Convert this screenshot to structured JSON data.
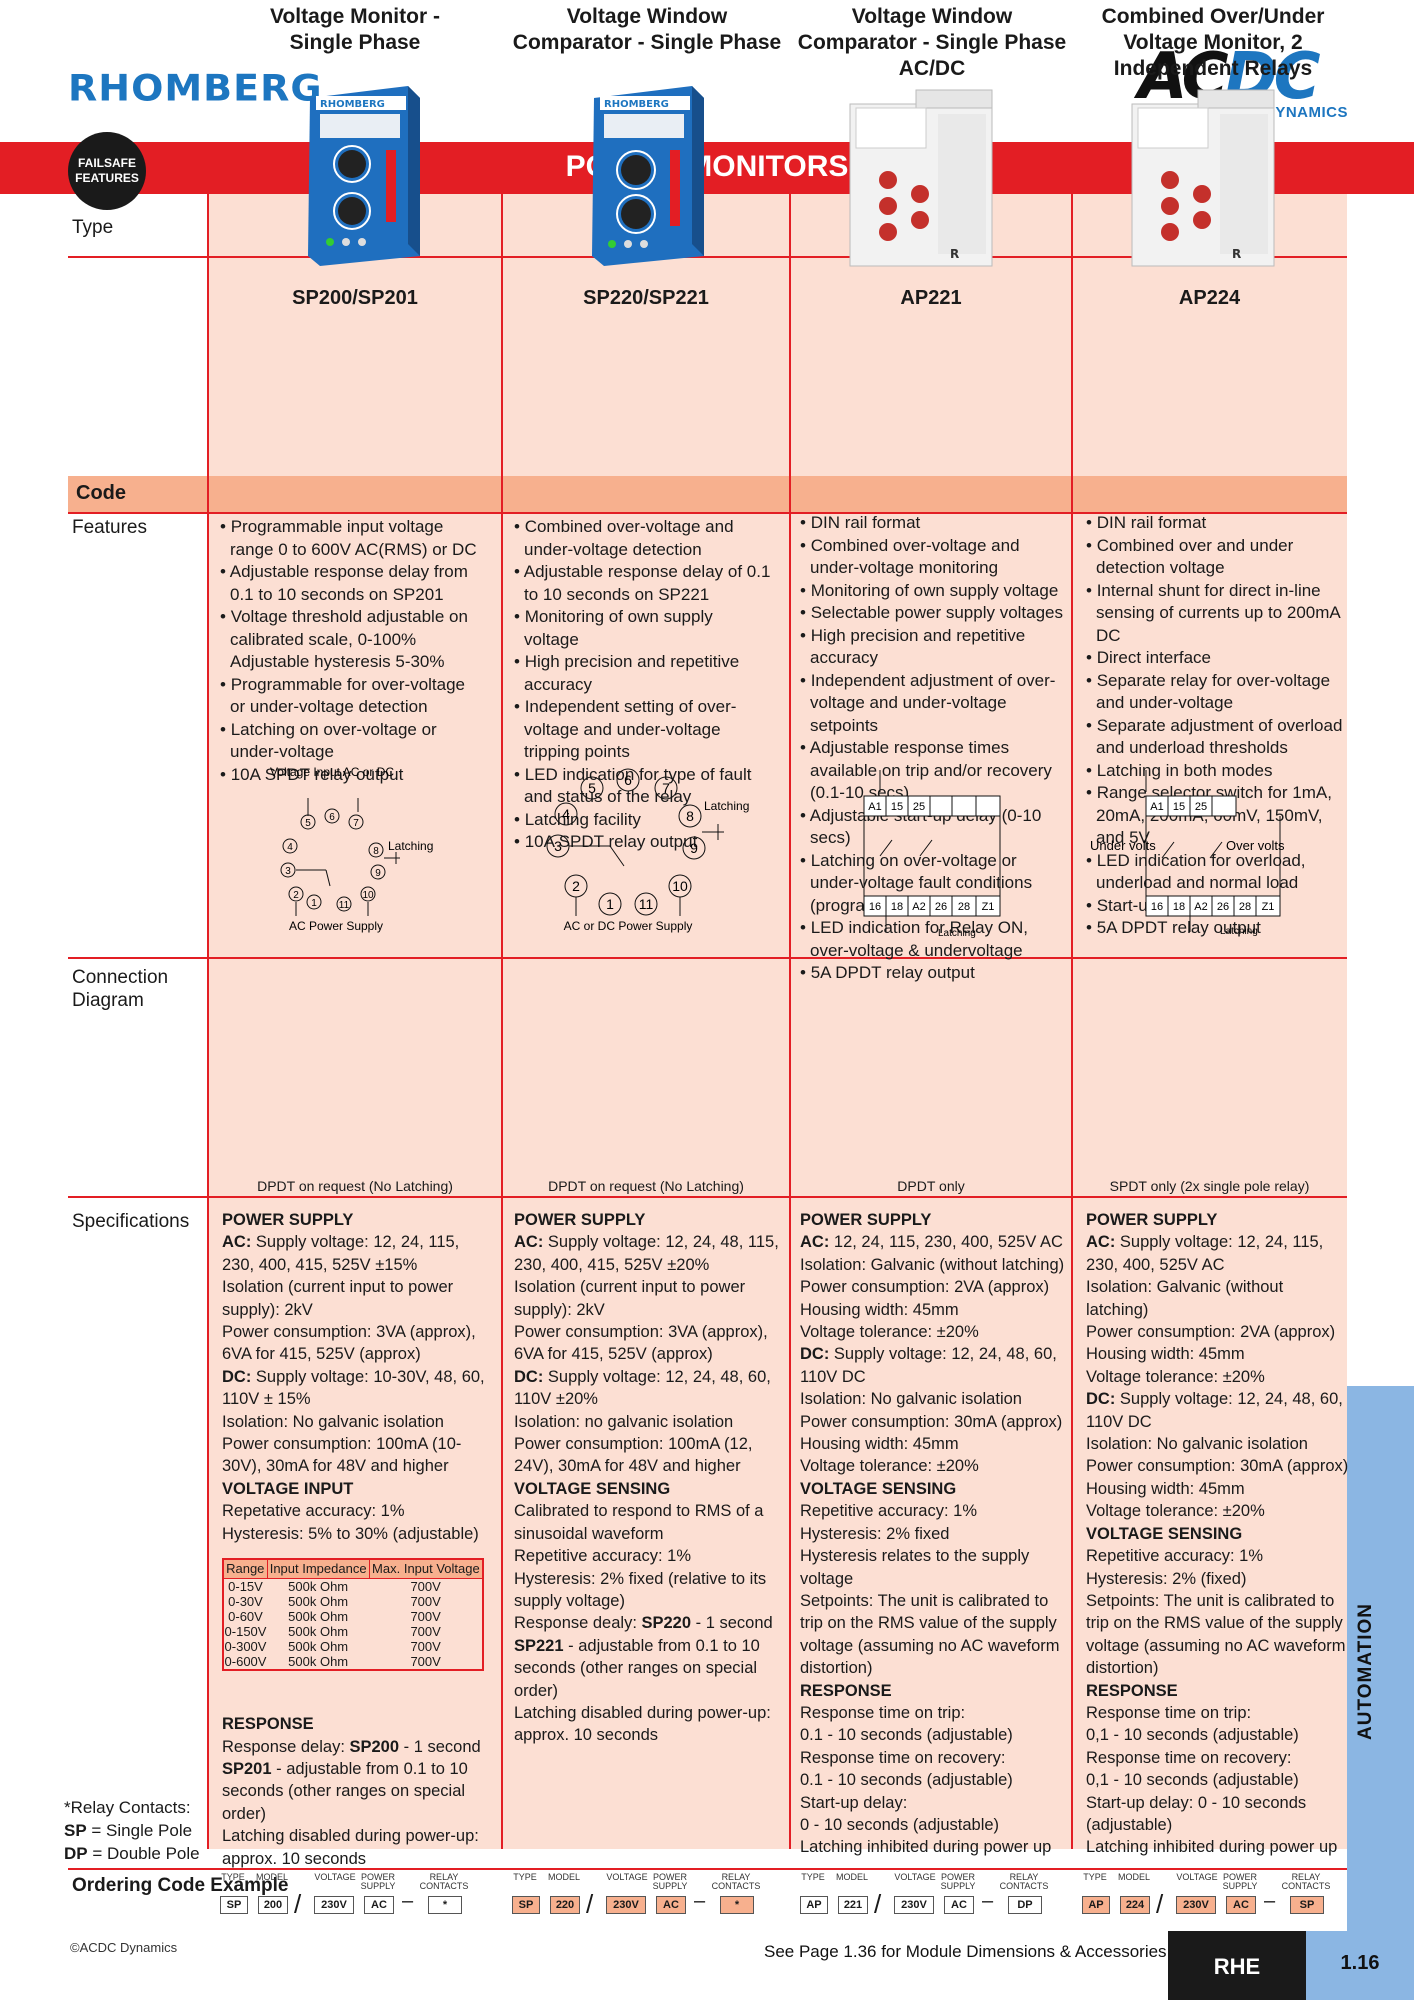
{
  "brand": {
    "left_logo": "RHOMBERG",
    "right_logo_main": "ACDC",
    "right_logo_sub": "DYNAMICS"
  },
  "header": {
    "badge": "FAILSAFE FEATURES",
    "title": "POWER MONITORS"
  },
  "row_labels": {
    "type": "Type",
    "code": "Code",
    "features": "Features",
    "connection": "Connection Diagram",
    "specifications": "Specifications",
    "ordering": "Ordering Code Example"
  },
  "products": [
    {
      "type": "Voltage Monitor - Single Phase",
      "code": "SP200/SP201",
      "features": [
        "Programmable input voltage range 0 to 600V AC(RMS) or DC",
        "Adjustable response delay from 0.1 to 10 seconds on SP201",
        "Voltage threshold adjustable on calibrated scale, 0-100% Adjustable hysteresis 5-30%",
        "Programmable for over-voltage or under-voltage detection",
        "Latching on over-voltage or under-voltage",
        "10A SPDT relay output"
      ],
      "diagram_caption": "DPDT on request (No Latching)",
      "diagram_labels": {
        "top": "Voltage Input AC or DC",
        "latch": "Latching",
        "bottom": "AC Power Supply"
      },
      "order": {
        "type": "SP",
        "model": "200",
        "voltage": "230V",
        "power": "AC",
        "relay": "*"
      }
    },
    {
      "type": "Voltage Window Comparator - Single Phase",
      "code": "SP220/SP221",
      "features": [
        "Combined over-voltage and under-voltage detection",
        "Adjustable response delay of 0.1 to 10 seconds on SP221",
        "Monitoring of own supply voltage",
        "High precision and repetitive accuracy",
        "Independent setting of over-voltage and under-voltage tripping points",
        "LED indication for type of fault and status of the relay",
        "Latching facility",
        "10A SPDT relay output"
      ],
      "diagram_caption": "DPDT on request (No Latching)",
      "diagram_labels": {
        "latch": "Latching",
        "bottom": "AC or DC Power Supply"
      },
      "order": {
        "type": "SP",
        "model": "220",
        "voltage": "230V",
        "power": "AC",
        "relay": "*"
      }
    },
    {
      "type": "Voltage Window Comparator - Single Phase AC/DC",
      "code": "AP221",
      "features": [
        "DIN rail format",
        "Combined over-voltage and under-voltage monitoring",
        "Monitoring of own supply voltage",
        "Selectable power supply voltages",
        "High precision and repetitive accuracy",
        "Independent adjustment of over-voltage and under-voltage setpoints",
        "Adjustable response times available on trip and/or recovery (0.1-10 secs)",
        "Adjustable start-up delay (0-10 secs)",
        "Latching on over-voltage or under-voltage fault conditions (programmable)",
        "LED indication for Relay ON, over-voltage & undervoltage",
        "5A DPDT relay output"
      ],
      "diagram_caption": "DPDT only",
      "diagram_labels": {
        "latch": "Latching"
      },
      "order": {
        "type": "AP",
        "model": "221",
        "voltage": "230V",
        "power": "AC",
        "relay": "DP"
      }
    },
    {
      "type": "Combined Over/Under Voltage Monitor, 2 Independent Relays",
      "code": "AP224",
      "features": [
        "DIN rail format",
        "Combined over and under detection voltage",
        "Internal shunt for direct in-line sensing of currents up to 200mA DC",
        "Direct interface",
        "Separate relay for over-voltage and under-voltage",
        "Separate adjustment of overload and underload thresholds",
        "Latching in both modes",
        "Range selector switch for 1mA, 20mA, 200mA, 60mV, 150mV, and 5V",
        "LED indication for overload, underload and normal load",
        "Start-up delay",
        "5A DPDT relay output"
      ],
      "diagram_caption": "SPDT only (2x single pole relay)",
      "diagram_labels": {
        "latch": "Latching",
        "under": "Under volts",
        "over": "Over volts"
      },
      "order": {
        "type": "AP",
        "model": "224",
        "voltage": "230V",
        "power": "AC",
        "relay": "SP"
      }
    }
  ],
  "terminals": {
    "top": [
      "A1",
      "15",
      "25"
    ],
    "bottom": [
      "16",
      "18",
      "A2",
      "26",
      "28",
      "Z1"
    ]
  },
  "order_headers": [
    "TYPE",
    "MODEL",
    "VOLTAGE",
    "POWER SUPPLY",
    "RELAY CONTACTS"
  ],
  "range_table": {
    "headers": [
      "Range",
      "Input Impedance",
      "Max. Input Voltage"
    ],
    "rows": [
      [
        "0-15V",
        "500k Ohm",
        "700V"
      ],
      [
        "0-30V",
        "500k Ohm",
        "700V"
      ],
      [
        "0-60V",
        "500k Ohm",
        "700V"
      ],
      [
        "0-150V",
        "500k Ohm",
        "700V"
      ],
      [
        "0-300V",
        "500k Ohm",
        "700V"
      ],
      [
        "0-600V",
        "500k Ohm",
        "700V"
      ]
    ]
  },
  "relay_note": {
    "title": "*Relay Contacts:",
    "sp_code": "SP",
    "sp": " = Single Pole",
    "dp_code": "DP",
    "dp": " = Double Pole"
  },
  "footer": {
    "copyright": "©ACDC Dynamics",
    "note": "See Page 1.36 for Module Dimensions & Accessories",
    "section": "RHE",
    "page": "1.16",
    "side_tab": "AUTOMATION"
  }
}
